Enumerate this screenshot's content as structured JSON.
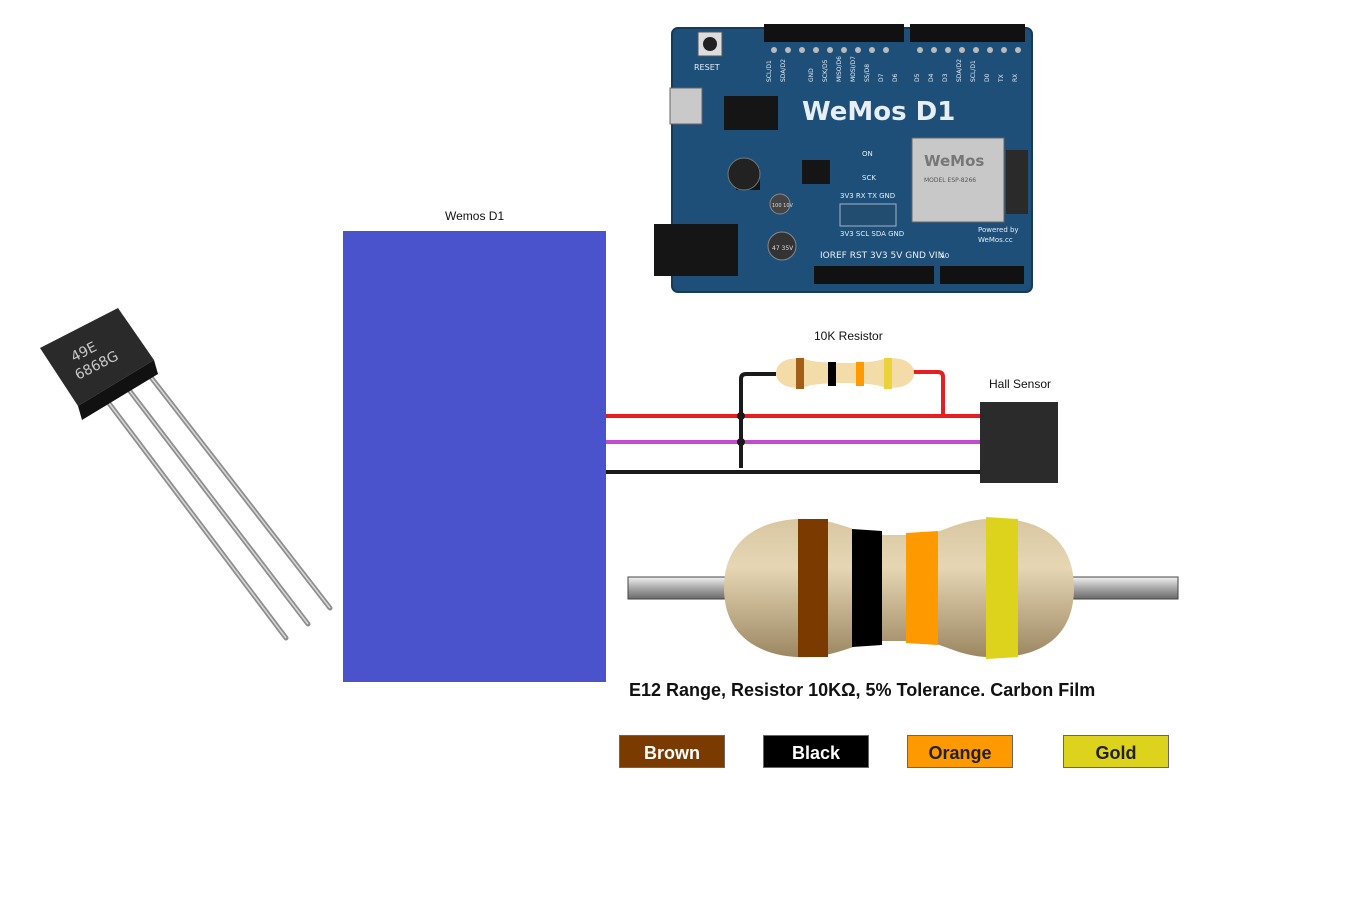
{
  "labels": {
    "wemos": "Wemos D1",
    "resistor": "10K Resistor",
    "hall": "Hall Sensor"
  },
  "board": {
    "brand": "WeMos D1",
    "reset": "RESET",
    "module_brand": "WeMos",
    "module_model": "MODEL ESP-8266",
    "powered_by": "Powered by",
    "site": "WeMos.cc",
    "on_label": "ON",
    "sck_label": "SCK",
    "header_top": [
      "SCL/D1",
      "SDA/D2",
      "GND",
      "SCK/D5",
      "MISO/D6",
      "MOSI/D7",
      "SS/D8",
      "D7",
      "D6",
      "D5",
      "D4",
      "D3",
      "SDA/D2",
      "SCL/D1",
      "D0",
      "TX",
      "RX"
    ],
    "header_mid": "3V3 RX TX GND",
    "header_mid2": "3V3 SCL SDA GND",
    "header_bottom": "IOREF RST 3V3 5V GND VIN",
    "header_analog": "A0",
    "cap_label": "47 35V",
    "cap2_label": "100 10V"
  },
  "sensor_chip": {
    "line1": "49E",
    "line2": "6868G"
  },
  "resistor_info": {
    "caption": "E12 Range, Resistor 10KΩ, 5% Tolerance. Carbon Film",
    "bands": [
      {
        "name": "Brown",
        "color": "#7a3a00"
      },
      {
        "name": "Black",
        "color": "#000000"
      },
      {
        "name": "Orange",
        "color": "#ff9900"
      },
      {
        "name": "Gold",
        "color": "#ddd21c"
      }
    ]
  },
  "colors": {
    "wemos_block": "#4a52cc",
    "wire_vcc": "#e81e1e",
    "wire_signal": "#c34bd0",
    "wire_gnd": "#1a1a1a",
    "pcb": "#1e4f78"
  }
}
